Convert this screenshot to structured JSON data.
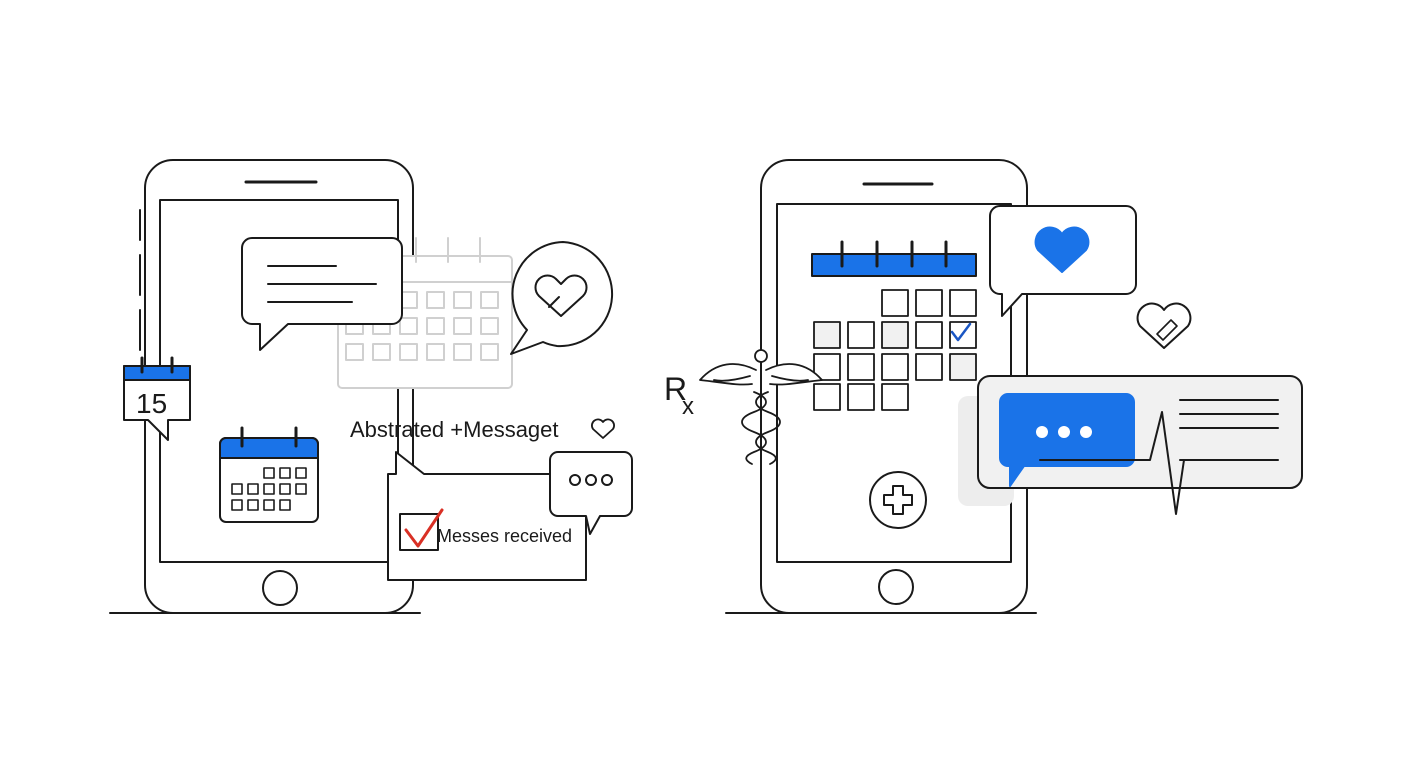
{
  "colors": {
    "ink": "#1a1a1a",
    "accent": "#1a73e8",
    "check_red": "#d93025",
    "check_blue": "#1a56c4",
    "faint": "#d0d0d0",
    "panel_gray": "#f1f1f1"
  },
  "left_scene": {
    "date_badge": {
      "icon": "calendar-icon",
      "day": "15"
    },
    "headline": "Abstrated +Messaget",
    "headline_icon": "heart-outline-icon",
    "status_card": {
      "icon": "checkmark-icon",
      "text": "Messes received"
    },
    "typing_bubble_icon": "ellipsis-icon",
    "heart_bubble_icon": "heart-check-icon"
  },
  "right_scene": {
    "rx_symbol": "R",
    "rx_subscript": "x",
    "caduceus_icon": "caduceus-icon",
    "cross_button_icon": "medical-cross-icon",
    "heart_bubble_icon": "heart-filled-icon",
    "heart_bandage_icon": "heart-bandage-icon",
    "chat_icon": "ellipsis-icon",
    "pulse_icon": "heartbeat-line-icon"
  }
}
